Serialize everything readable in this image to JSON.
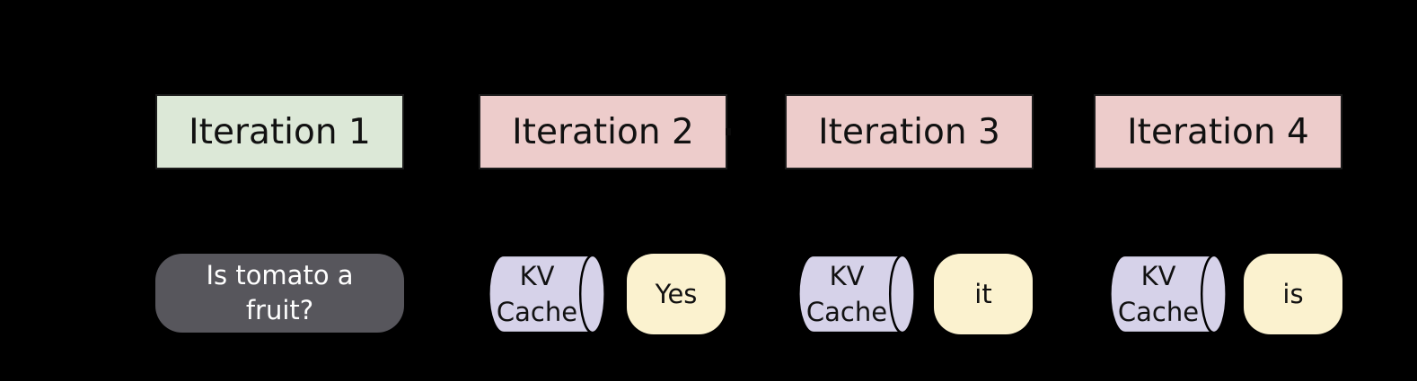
{
  "canvas": {
    "background": "#000000"
  },
  "iterations": [
    {
      "label": "Iteration 1",
      "fill": "#dce8d7"
    },
    {
      "label": "Iteration 2",
      "fill": "#edcccb"
    },
    {
      "label": "Iteration 3",
      "fill": "#edcccb"
    },
    {
      "label": "Iteration 4",
      "fill": "#edcccb"
    }
  ],
  "prompt": {
    "line1": "Is tomato a",
    "line2": "fruit?",
    "fill": "#57565c",
    "text_color": "#ffffff"
  },
  "kv_groups": [
    {
      "cache_line1": "KV",
      "cache_line2": "Cache",
      "token": "Yes"
    },
    {
      "cache_line1": "KV",
      "cache_line2": "Cache",
      "token": "it"
    },
    {
      "cache_line1": "KV",
      "cache_line2": "Cache",
      "token": "is"
    }
  ],
  "colors": {
    "cylinder_fill": "#d6d2e9",
    "token_fill": "#fbf2cf",
    "box_border": "#1b1b1b",
    "outline": "#000000"
  }
}
